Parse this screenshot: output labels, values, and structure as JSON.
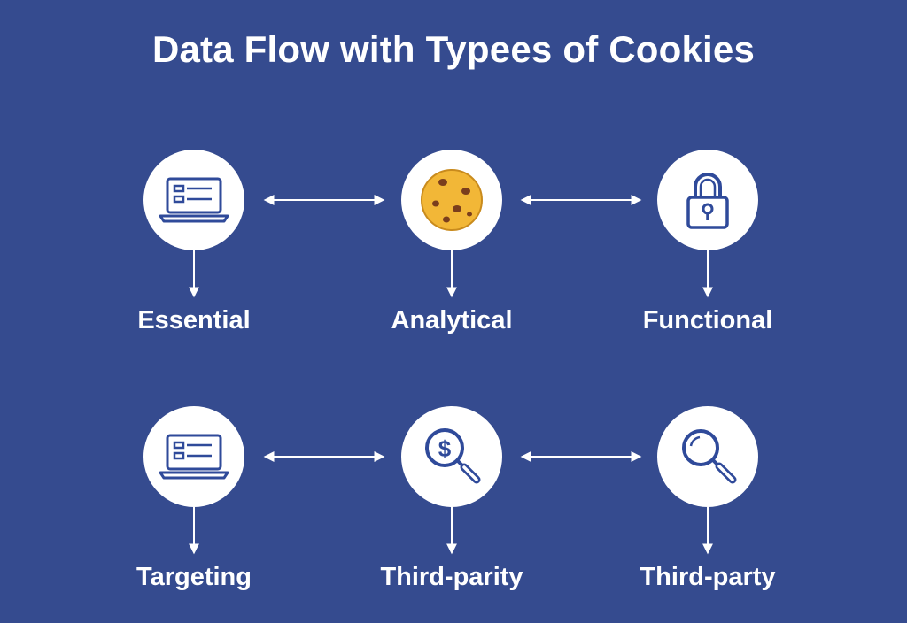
{
  "title": "Data Flow with Typees of Cookies",
  "colors": {
    "background": "#354b8f",
    "node_fill": "#ffffff",
    "icon_stroke": "#2f4a9a",
    "cookie_fill": "#f2b737",
    "cookie_chip": "#7a3e1d",
    "connector": "#ffffff"
  },
  "nodes": [
    {
      "label": "Essential",
      "icon": "laptop-icon"
    },
    {
      "label": "Analytical",
      "icon": "cookie-icon"
    },
    {
      "label": "Functional",
      "icon": "padlock-icon"
    },
    {
      "label": "Targeting",
      "icon": "laptop-icon"
    },
    {
      "label": "Third-parity",
      "icon": "dollar-magnifier-icon"
    },
    {
      "label": "Third-party",
      "icon": "magnifier-icon"
    }
  ]
}
